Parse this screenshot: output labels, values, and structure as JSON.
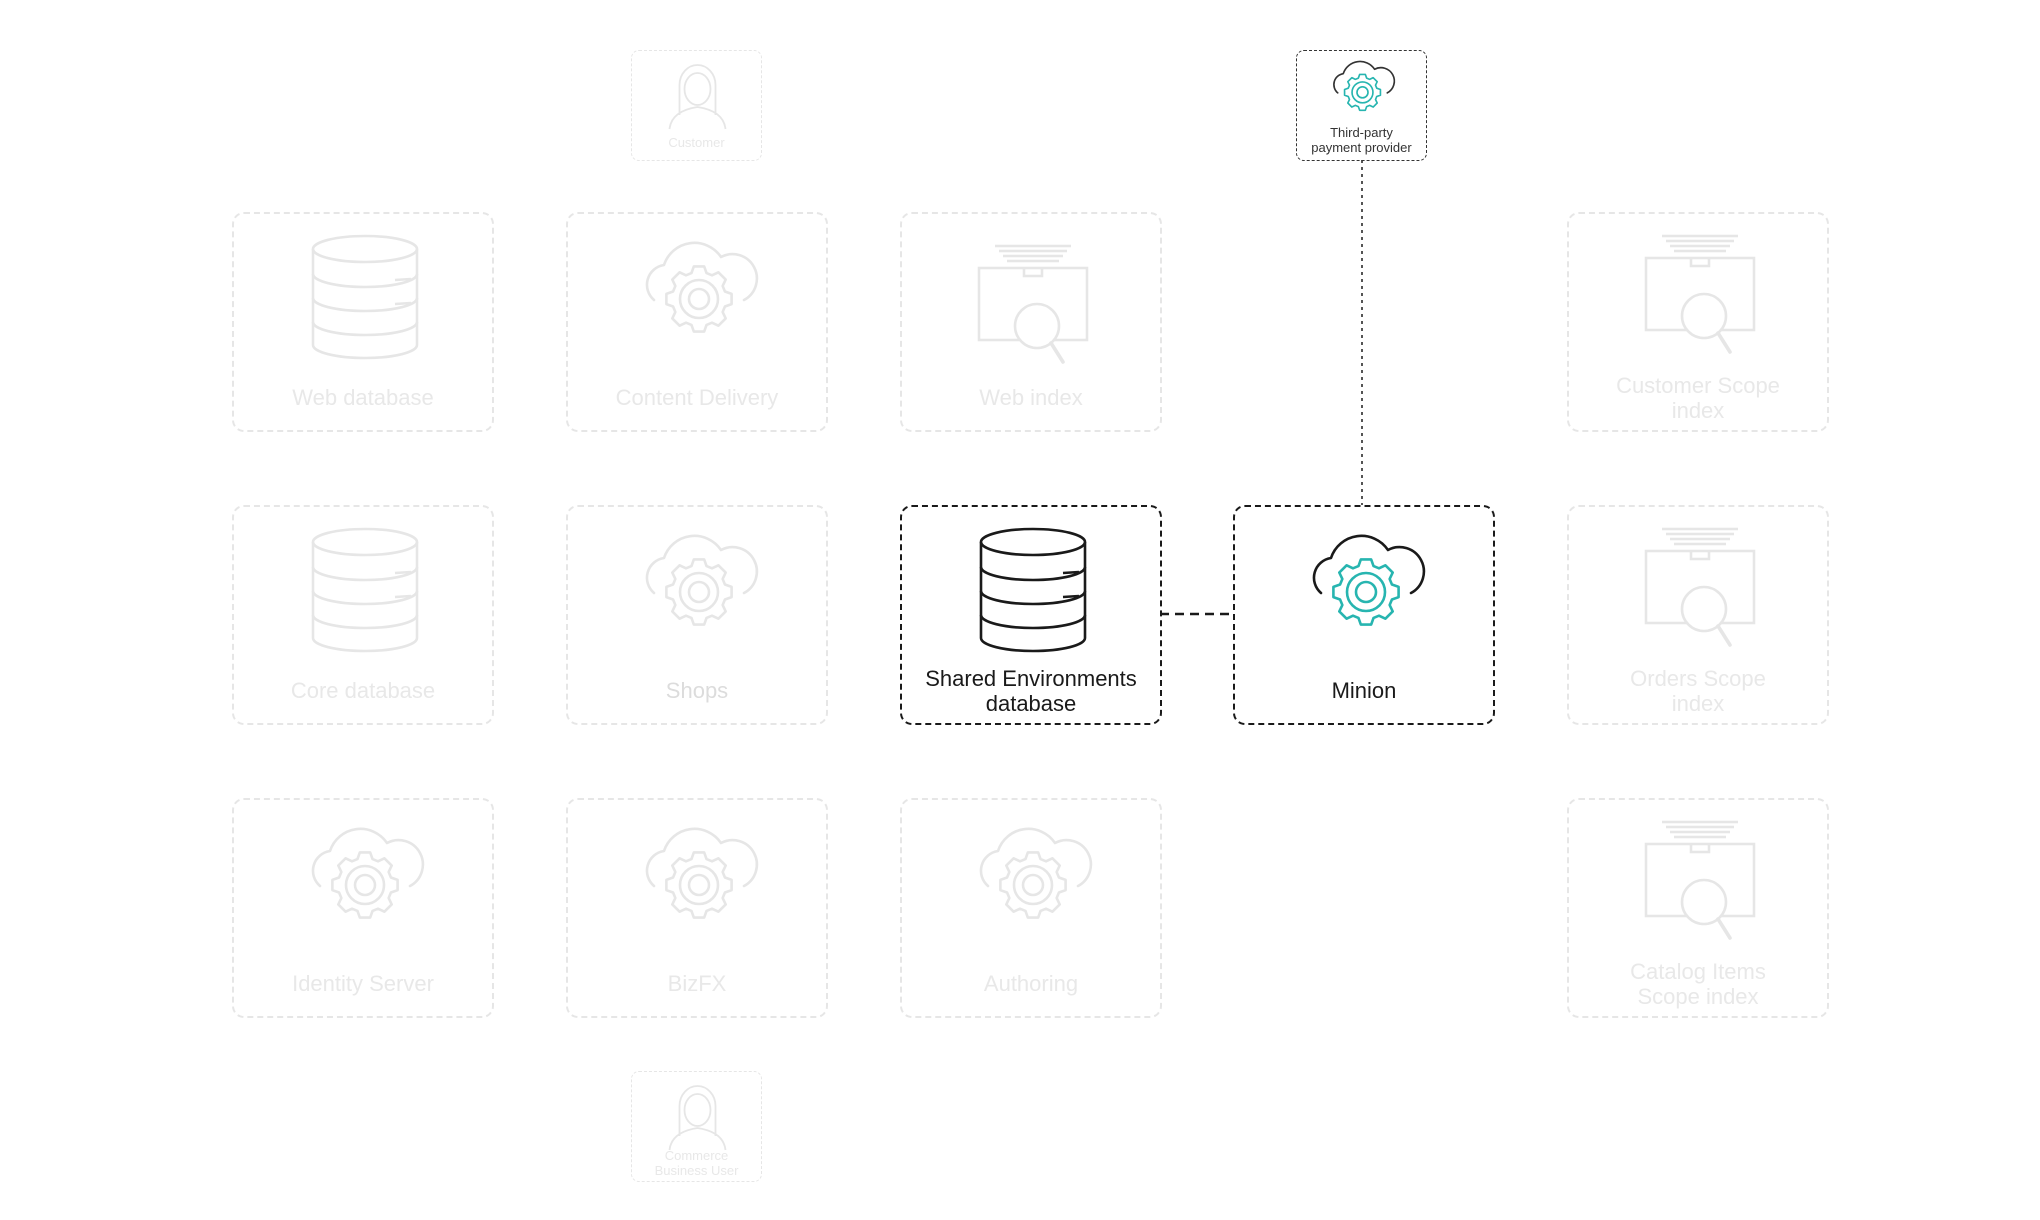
{
  "colors": {
    "faded": "#e6e6e6",
    "active": "#1a1a1a",
    "accent": "#27b5b0"
  },
  "nodes": {
    "customer": {
      "label": "Customer",
      "icon": "person-icon",
      "state": "faded"
    },
    "payment": {
      "label": "Third-party\npayment provider",
      "icon": "cloud-gear-icon",
      "state": "active"
    },
    "web_db": {
      "label": "Web database",
      "icon": "database-icon",
      "state": "faded"
    },
    "content_delivery": {
      "label": "Content Delivery",
      "icon": "cloud-gear-icon",
      "state": "faded"
    },
    "web_index": {
      "label": "Web index",
      "icon": "search-index-icon",
      "state": "faded"
    },
    "customer_scope": {
      "label": "Customer Scope\nindex",
      "icon": "search-index-icon",
      "state": "faded"
    },
    "core_db": {
      "label": "Core database",
      "icon": "database-icon",
      "state": "faded"
    },
    "shops": {
      "label": "Shops",
      "icon": "cloud-gear-icon",
      "state": "faded"
    },
    "shared_db": {
      "label": "Shared Environments\ndatabase",
      "icon": "database-icon",
      "state": "active"
    },
    "minion": {
      "label": "Minion",
      "icon": "cloud-gear-icon",
      "state": "active"
    },
    "orders_scope": {
      "label": "Orders Scope\nindex",
      "icon": "search-index-icon",
      "state": "faded"
    },
    "identity": {
      "label": "Identity Server",
      "icon": "cloud-gear-icon",
      "state": "faded"
    },
    "bizfx": {
      "label": "BizFX",
      "icon": "cloud-gear-icon",
      "state": "faded"
    },
    "authoring": {
      "label": "Authoring",
      "icon": "cloud-gear-icon",
      "state": "faded"
    },
    "catalog_scope": {
      "label": "Catalog Items\nScope index",
      "icon": "search-index-icon",
      "state": "faded"
    },
    "business_user": {
      "label": "Commerce\nBusiness User",
      "icon": "person-icon",
      "state": "faded"
    }
  },
  "links": [
    {
      "from": "shared_db",
      "to": "minion",
      "style": "dashed"
    },
    {
      "from": "payment",
      "to": "minion",
      "style": "dotted"
    }
  ]
}
